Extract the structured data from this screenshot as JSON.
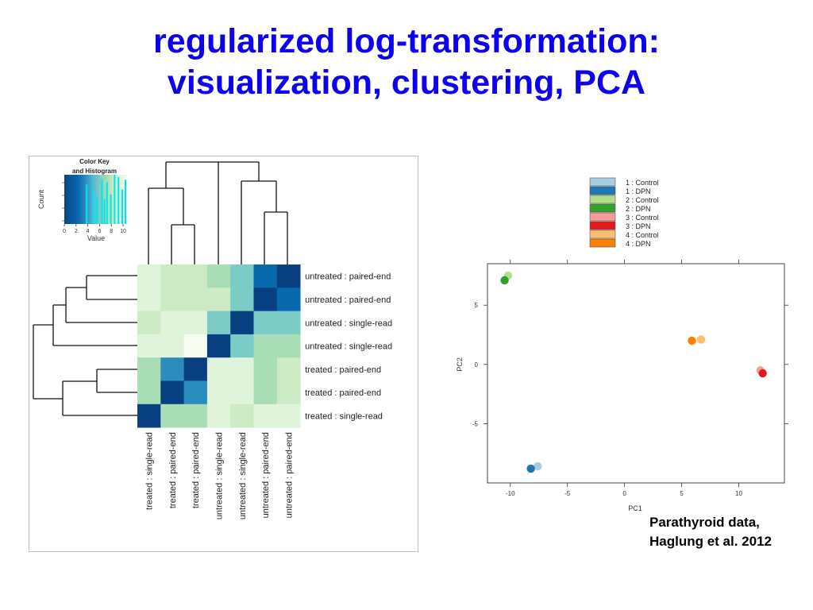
{
  "slide": {
    "title_line1": "regularized log-transformation:",
    "title_line2": "visualization, clustering, PCA",
    "caption_line1": "Parathyroid data,",
    "caption_line2": "Haglung et al. 2012"
  },
  "chart_data": [
    {
      "type": "heatmap",
      "title": "",
      "row_labels": [
        "untreated : paired-end",
        "untreated : paired-end",
        "untreated : single-read",
        "untreated : single-read",
        "treated : paired-end",
        "treated : paired-end",
        "treated : single-read"
      ],
      "col_labels": [
        "treated : single-read",
        "treated : paired-end",
        "treated : paired-end",
        "untreated : single-read",
        "untreated : single-read",
        "untreated : paired-end",
        "untreated : paired-end"
      ],
      "values": [
        [
          1,
          2,
          2,
          3,
          4,
          8,
          10
        ],
        [
          1,
          2,
          2,
          2,
          4,
          10,
          8
        ],
        [
          2,
          1,
          1,
          4,
          10,
          4,
          4
        ],
        [
          1,
          1,
          0,
          10,
          4,
          3,
          3
        ],
        [
          3,
          7,
          10,
          1,
          1,
          3,
          2
        ],
        [
          3,
          10,
          7,
          1,
          1,
          3,
          2
        ],
        [
          10,
          3,
          3,
          1,
          2,
          1,
          1
        ]
      ],
      "color_scale": [
        "#f7fcf0",
        "#e0f3db",
        "#ccebc5",
        "#a8ddb5",
        "#7bccc4",
        "#4eb3d3",
        "#2b8cbe",
        "#0868ac",
        "#08589e",
        "#084081"
      ],
      "color_key": {
        "title_line1": "Color Key",
        "title_line2": "and Histogram",
        "xlabel": "Value",
        "ylabel": "Count",
        "x_ticks": [
          "0",
          "2",
          "4",
          "6",
          "8",
          "10"
        ]
      }
    },
    {
      "type": "scatter",
      "title": "",
      "xlabel": "PC1",
      "ylabel": "PC2",
      "xlim": [
        -12,
        14
      ],
      "ylim": [
        -10,
        8.5
      ],
      "x_ticks": [
        "-10",
        "-5",
        "0",
        "5",
        "10"
      ],
      "y_ticks": [
        "5",
        "0",
        "-5"
      ],
      "grid": false,
      "legend_position": "top",
      "series": [
        {
          "name": "1 : Control",
          "color": "#a6cee3",
          "x": [
            -7.6
          ],
          "y": [
            -8.6
          ]
        },
        {
          "name": "1 : DPN",
          "color": "#1f78b4",
          "x": [
            -8.2
          ],
          "y": [
            -8.8
          ]
        },
        {
          "name": "2 : Control",
          "color": "#b2df8a",
          "x": [
            -10.2
          ],
          "y": [
            7.5
          ]
        },
        {
          "name": "2 : DPN",
          "color": "#33a02c",
          "x": [
            -10.5
          ],
          "y": [
            7.1
          ]
        },
        {
          "name": "3 : Control",
          "color": "#fb9a99",
          "x": [
            11.9
          ],
          "y": [
            -0.5
          ]
        },
        {
          "name": "3 : DPN",
          "color": "#e31a1c",
          "x": [
            12.1
          ],
          "y": [
            -0.75
          ]
        },
        {
          "name": "4 : Control",
          "color": "#fdbf6f",
          "x": [
            6.7
          ],
          "y": [
            2.1
          ]
        },
        {
          "name": "4 : DPN",
          "color": "#ff7f00",
          "x": [
            5.9
          ],
          "y": [
            2.0
          ]
        }
      ]
    }
  ]
}
